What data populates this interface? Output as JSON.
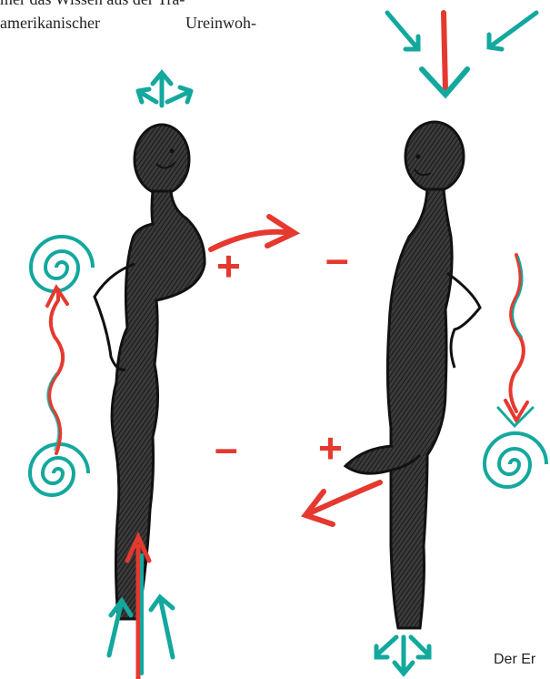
{
  "text": {
    "line1": "mer das Wissen aus der Tra-",
    "line2": "amerikanischer   Ureinwoh-",
    "caption": "Der Er"
  },
  "signs": {
    "plus": "+",
    "minus": "–"
  },
  "colors": {
    "teal": "#13a89e",
    "red": "#e5392f",
    "ink": "#111111",
    "body_fill": "#2b2b2b"
  },
  "icons": [
    "female-figure",
    "male-figure",
    "spiral-icon",
    "arrow-icon",
    "wavy-arrow-icon"
  ]
}
